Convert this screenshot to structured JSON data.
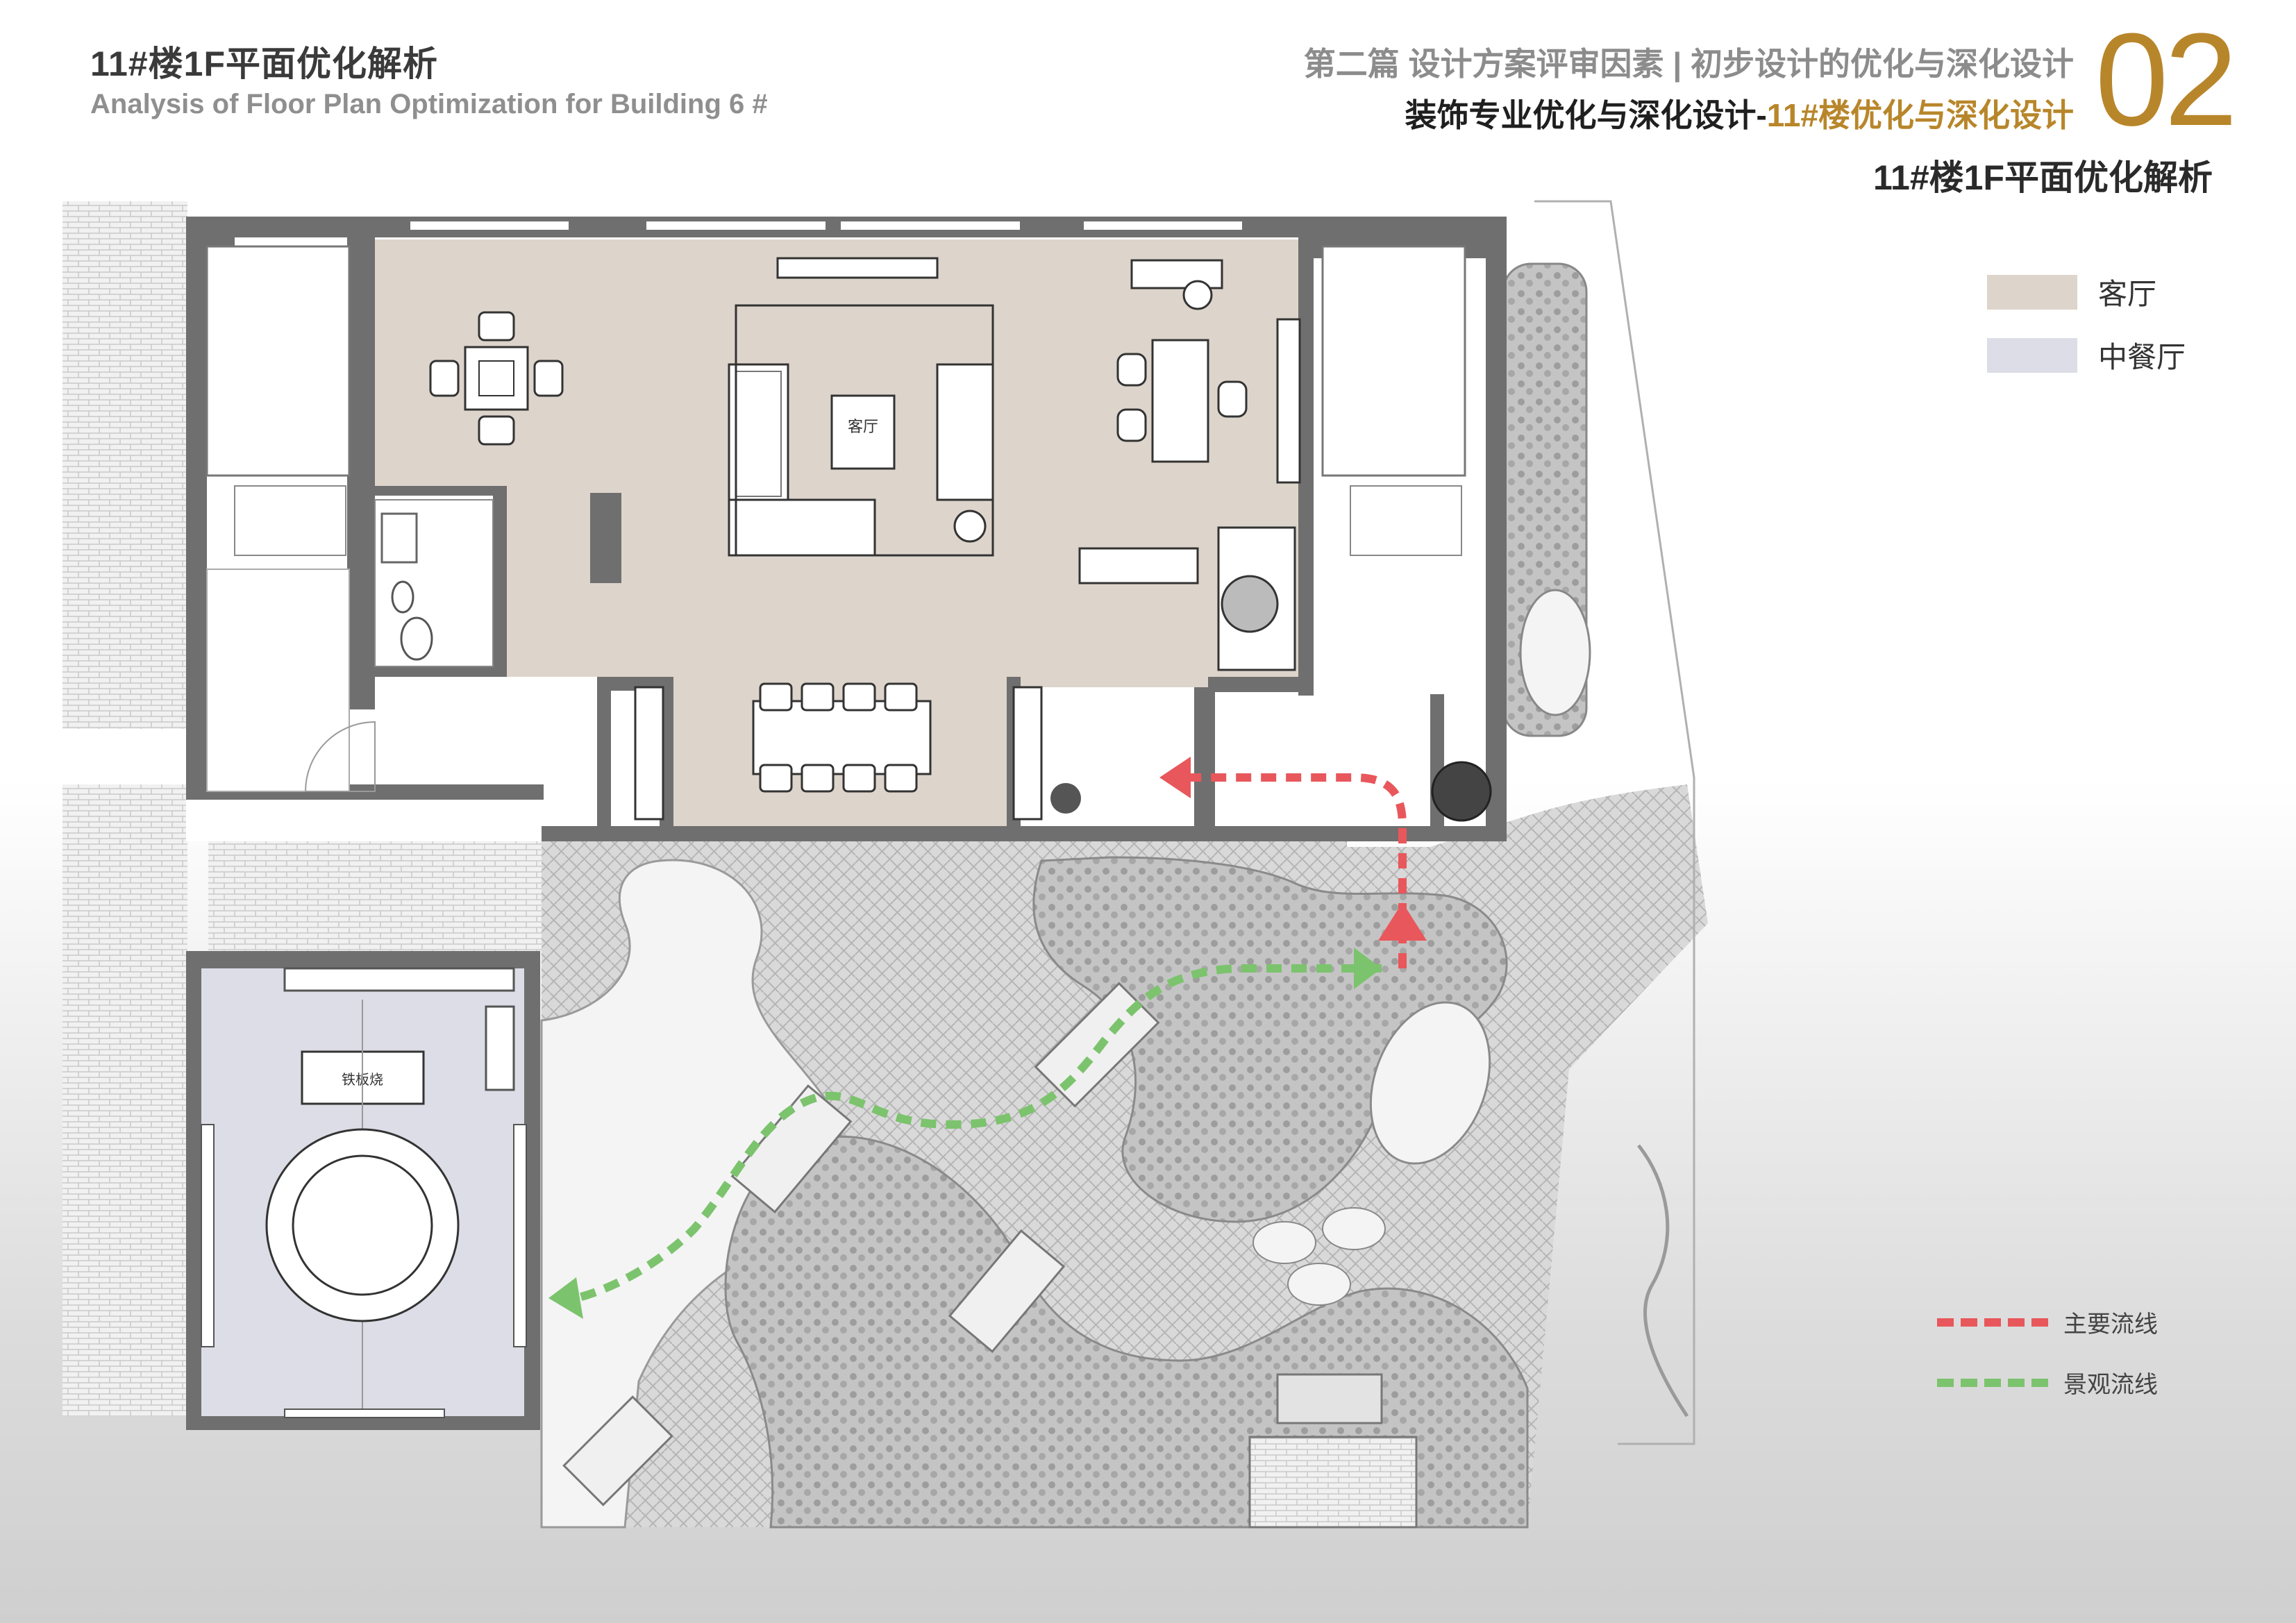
{
  "header": {
    "title_cn": "11#楼1F平面优化解析",
    "title_en": "Analysis of Floor Plan Optimization for Building 6 #",
    "section_line": "第二篇 设计方案评审因素 | 初步设计的优化与深化设计",
    "subsection_prefix": "装饰专业优化与深化设计-",
    "subsection_highlight": "11#楼优化与深化设计",
    "page_number": "02",
    "subtitle_right": "11#楼1F平面优化解析"
  },
  "legend": {
    "items": [
      {
        "label": "客厅",
        "color": "#ddd4cb"
      },
      {
        "label": "中餐厅",
        "color": "#dcdde6"
      }
    ]
  },
  "flow_legend": {
    "items": [
      {
        "label": "主要流线",
        "color": "#e8575b"
      },
      {
        "label": "景观流线",
        "color": "#7cc36d"
      }
    ]
  },
  "plan": {
    "living_room_label": "客厅",
    "table_label": "铁板烧"
  },
  "colors": {
    "accent": "#b8862a",
    "wall": "#6f6f6f",
    "living_fill": "#ddd4cb",
    "dining_fill": "#dcdde6",
    "main_flow": "#e8575b",
    "landscape_flow": "#7cc36d"
  }
}
